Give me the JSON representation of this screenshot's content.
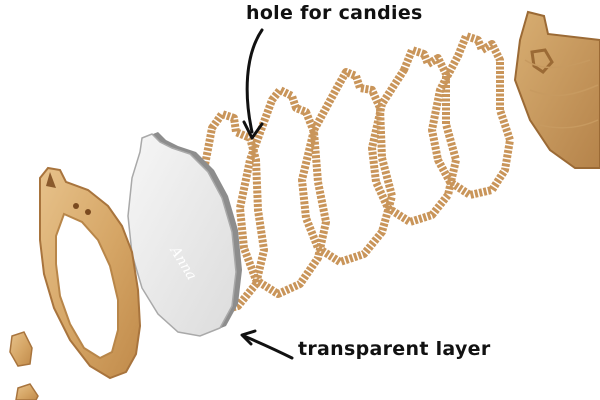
{
  "labels": {
    "hole_for_candies": "hole for candies",
    "transparent_layer": "transparent layer"
  },
  "engraving": {
    "name": "Anna"
  },
  "colors": {
    "wood": "#d9ad6f",
    "wood_dark": "#a8743d",
    "acrylic": "#ecebeb",
    "acrylic_edge": "#8e8e8e",
    "text": "#111111"
  },
  "icons": {
    "arrow_top": "curved-arrow-down-icon",
    "arrow_bottom": "curved-arrow-left-icon"
  }
}
